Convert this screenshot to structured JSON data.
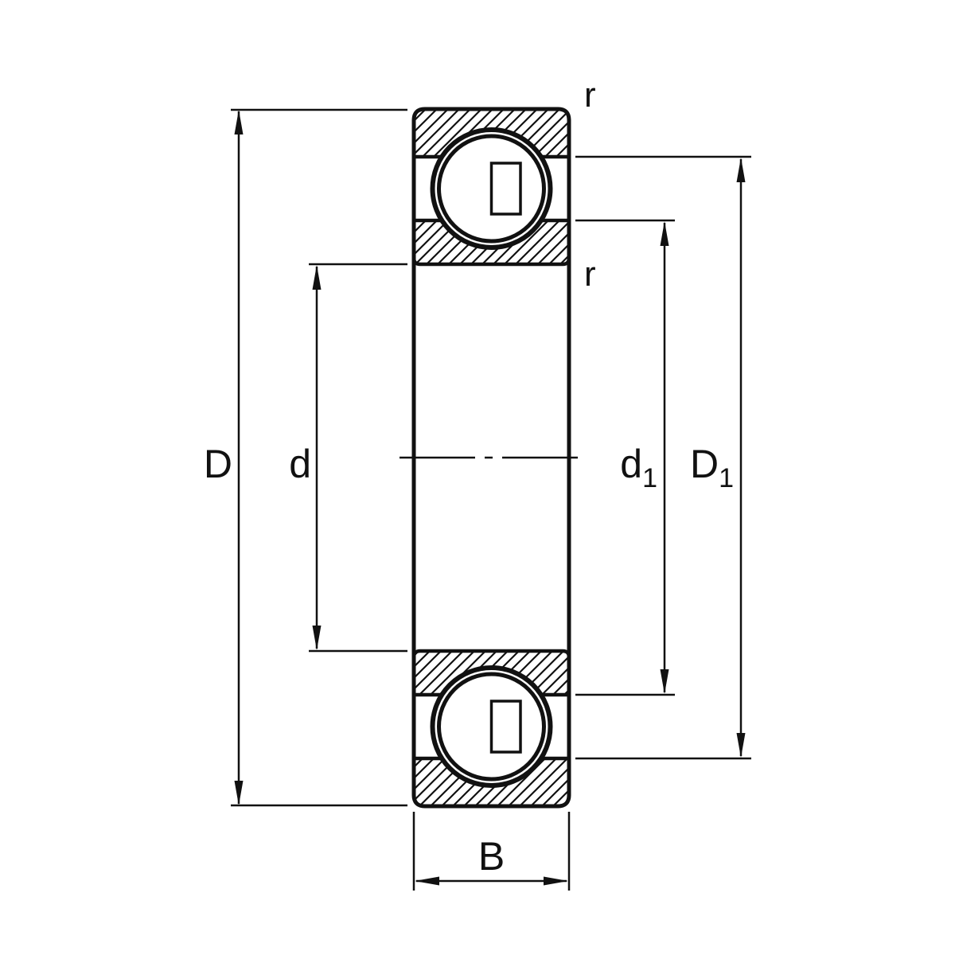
{
  "colors": {
    "background": "#ffffff",
    "line": "#111111"
  },
  "labels": {
    "outside_diameter": "D",
    "bore_diameter": "d",
    "inner_shoulder_base": "d",
    "inner_shoulder_sub": "1",
    "outer_shoulder_base": "D",
    "outer_shoulder_sub": "1",
    "width": "B",
    "chamfer_outer": "r",
    "chamfer_inner": "r"
  }
}
